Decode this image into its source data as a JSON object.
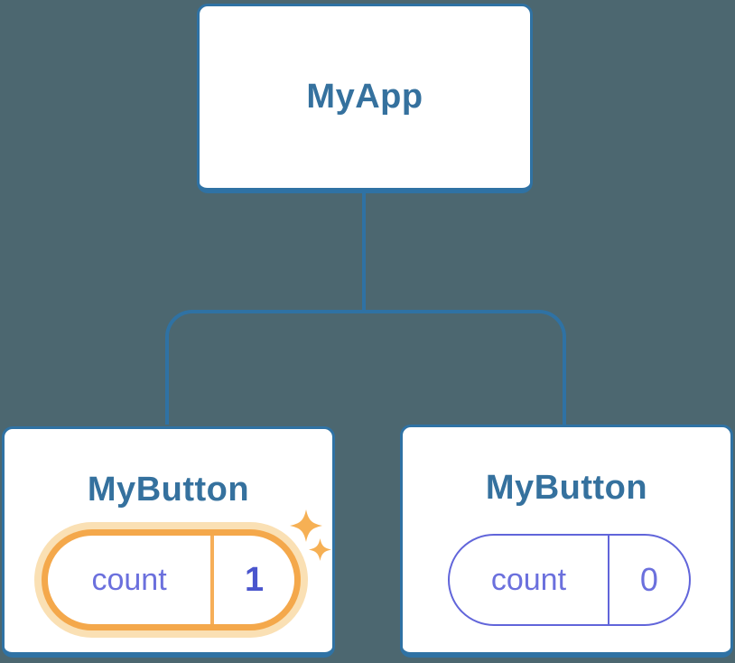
{
  "colors": {
    "background": "#4C6770",
    "connector_and_node_border": "#2F72A4",
    "node_label_text": "#35719E",
    "state_text_purple": "#6B70DD",
    "state_value_highlight_text": "#4A55CD",
    "state_pill_border_purple": "#6165DA",
    "highlight_orange": "#F4A84B",
    "highlight_halo_orange": "#FAE0B4",
    "sparkle_orange": "#F6B054"
  },
  "tree": {
    "root": {
      "label": "MyApp"
    },
    "children": [
      {
        "label": "MyButton",
        "highlighted": true,
        "state": {
          "key": "count",
          "value": "1"
        }
      },
      {
        "label": "MyButton",
        "highlighted": false,
        "state": {
          "key": "count",
          "value": "0"
        }
      }
    ]
  }
}
